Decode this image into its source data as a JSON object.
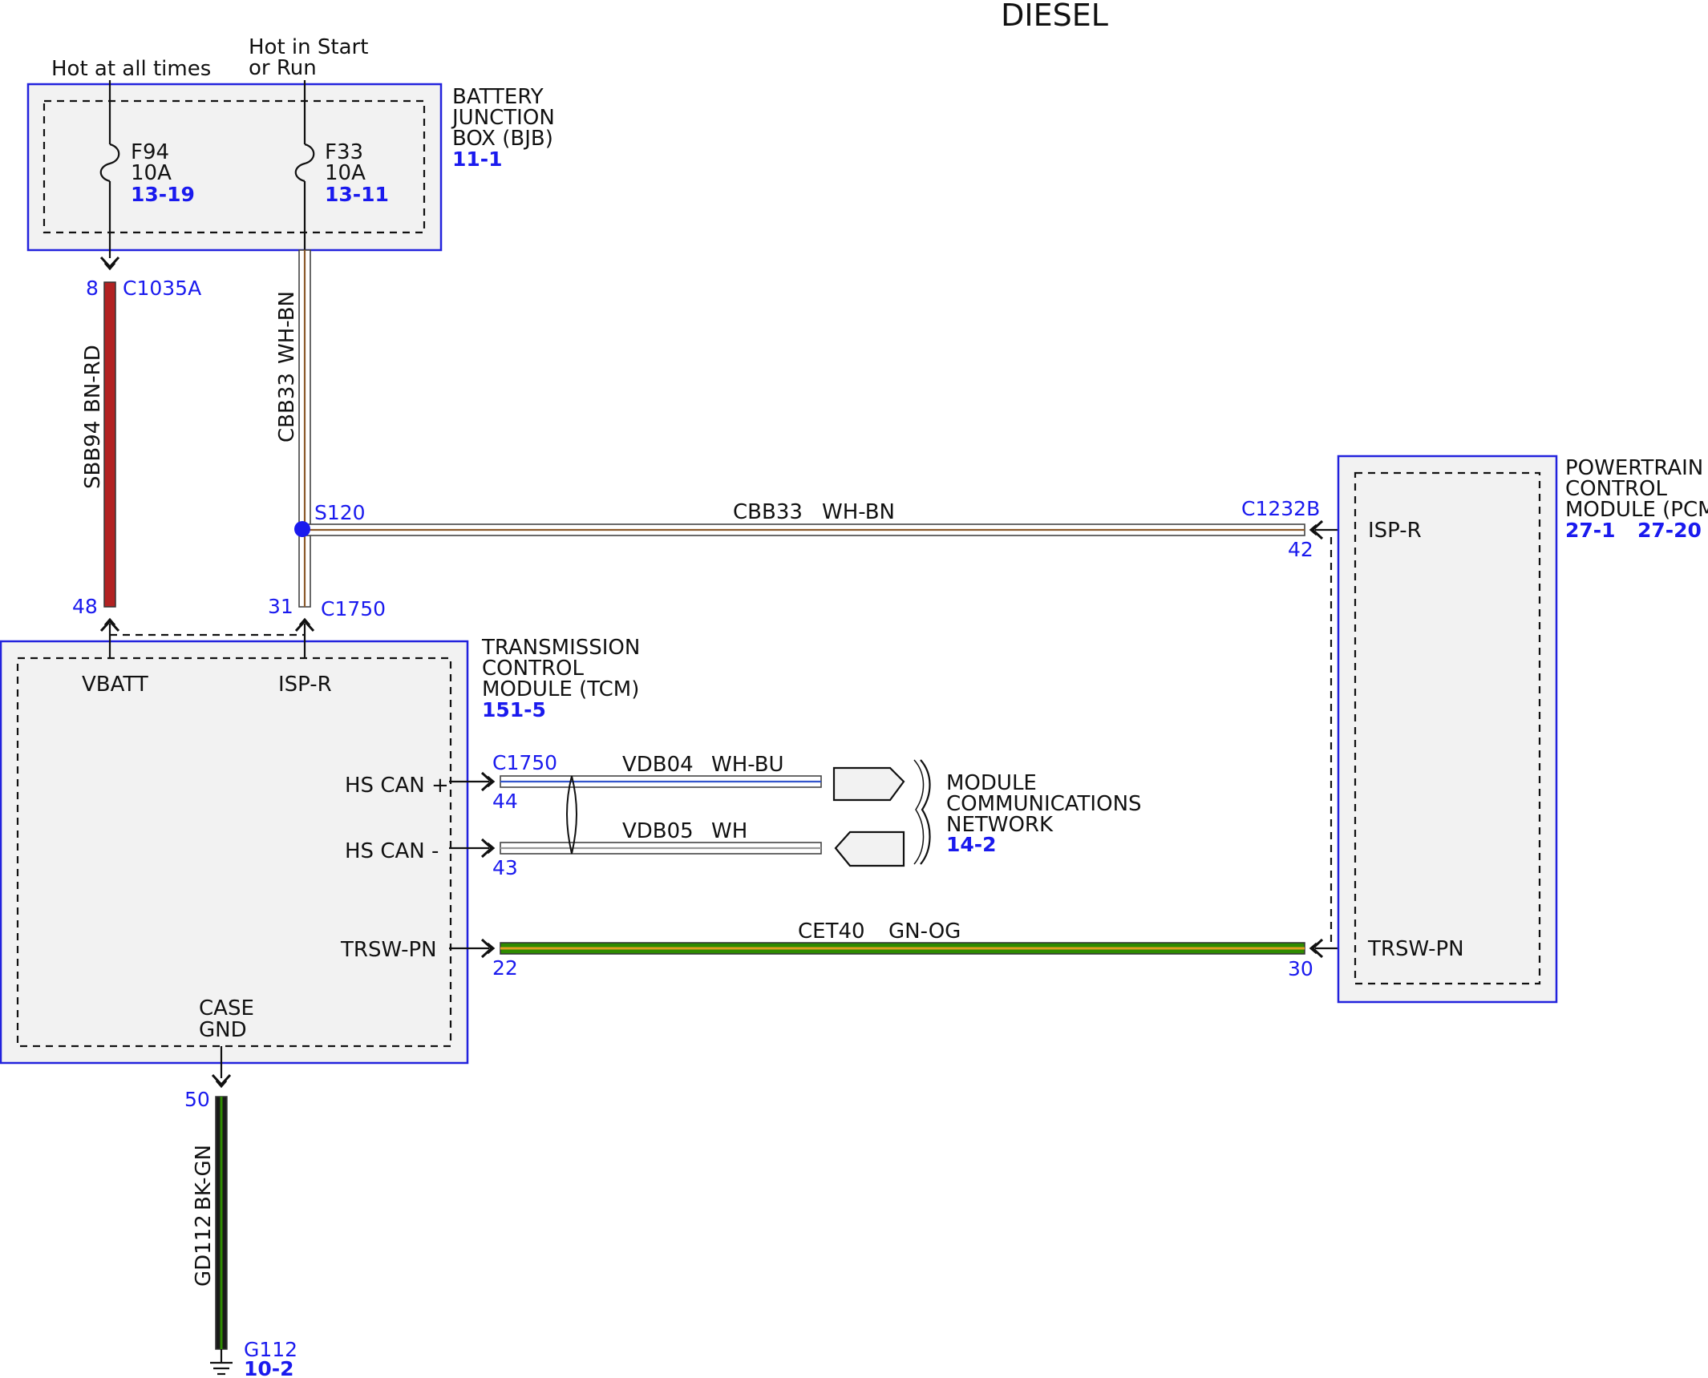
{
  "title": "DIESEL",
  "power_labels": {
    "hot_always": "Hot at all times",
    "hot_start_run_1": "Hot in Start",
    "hot_start_run_2": "or Run"
  },
  "bjb": {
    "name_1": "BATTERY",
    "name_2": "JUNCTION",
    "name_3": "BOX (BJB)",
    "ref": "11-1",
    "fuses": [
      {
        "id": "F94",
        "rating": "10A",
        "ref": "13-19"
      },
      {
        "id": "F33",
        "rating": "10A",
        "ref": "13-11"
      }
    ]
  },
  "tcm": {
    "name_1": "TRANSMISSION",
    "name_2": "CONTROL",
    "name_3": "MODULE (TCM)",
    "ref": "151-5",
    "pins": {
      "vbatt": "VBATT",
      "isp_r": "ISP-R",
      "hs_can_plus": "HS CAN +",
      "hs_can_minus": "HS CAN -",
      "trsw_pn": "TRSW-PN",
      "case_gnd_1": "CASE",
      "case_gnd_2": "GND"
    }
  },
  "pcm": {
    "name_1": "POWERTRAIN",
    "name_2": "CONTROL",
    "name_3": "MODULE (PCM)",
    "ref_1": "27-1",
    "ref_2": "27-20",
    "pins": {
      "isp_r": "ISP-R",
      "trsw_pn": "TRSW-PN"
    }
  },
  "network": {
    "name_1": "MODULE",
    "name_2": "COMMUNICATIONS",
    "name_3": "NETWORK",
    "ref": "14-2"
  },
  "connectors": {
    "c1035a": "C1035A",
    "c1035a_pin_top": "8",
    "c1035a_pin_bottom": "48",
    "c1750_a": "C1750",
    "c1750_pin_isp": "31",
    "c1750_b": "C1750",
    "c1750_pin_can_plus": "44",
    "c1750_pin_can_minus": "43",
    "c1750_pin_trsw": "22",
    "c1232b": "C1232B",
    "c1232b_pin_isp": "42",
    "c1232b_pin_trsw": "30",
    "splice": "S120",
    "gnd_pin": "50",
    "ground": "G112",
    "ground_ref": "10-2"
  },
  "wires": [
    {
      "circuit": "SBB94",
      "color": "BN-RD",
      "hex": "#b22222"
    },
    {
      "circuit": "CBB33",
      "color": "WH-BN",
      "hex": "#8b5a2b"
    },
    {
      "circuit": "CBB33",
      "color": "WH-BN",
      "hex": "#8b5a2b"
    },
    {
      "circuit": "VDB04",
      "color": "WH-BU",
      "hex": "#3355cc"
    },
    {
      "circuit": "VDB05",
      "color": "WH",
      "hex": "#999999"
    },
    {
      "circuit": "CET40",
      "color": "GN-OG",
      "hex": "#2e8b00"
    },
    {
      "circuit": "GD112",
      "color": "BK-GN",
      "hex": "#1a5e1a"
    }
  ],
  "colors": {
    "module_border": "#2222dd",
    "reference": "#1a1aee",
    "splice": "#1a1aee"
  }
}
